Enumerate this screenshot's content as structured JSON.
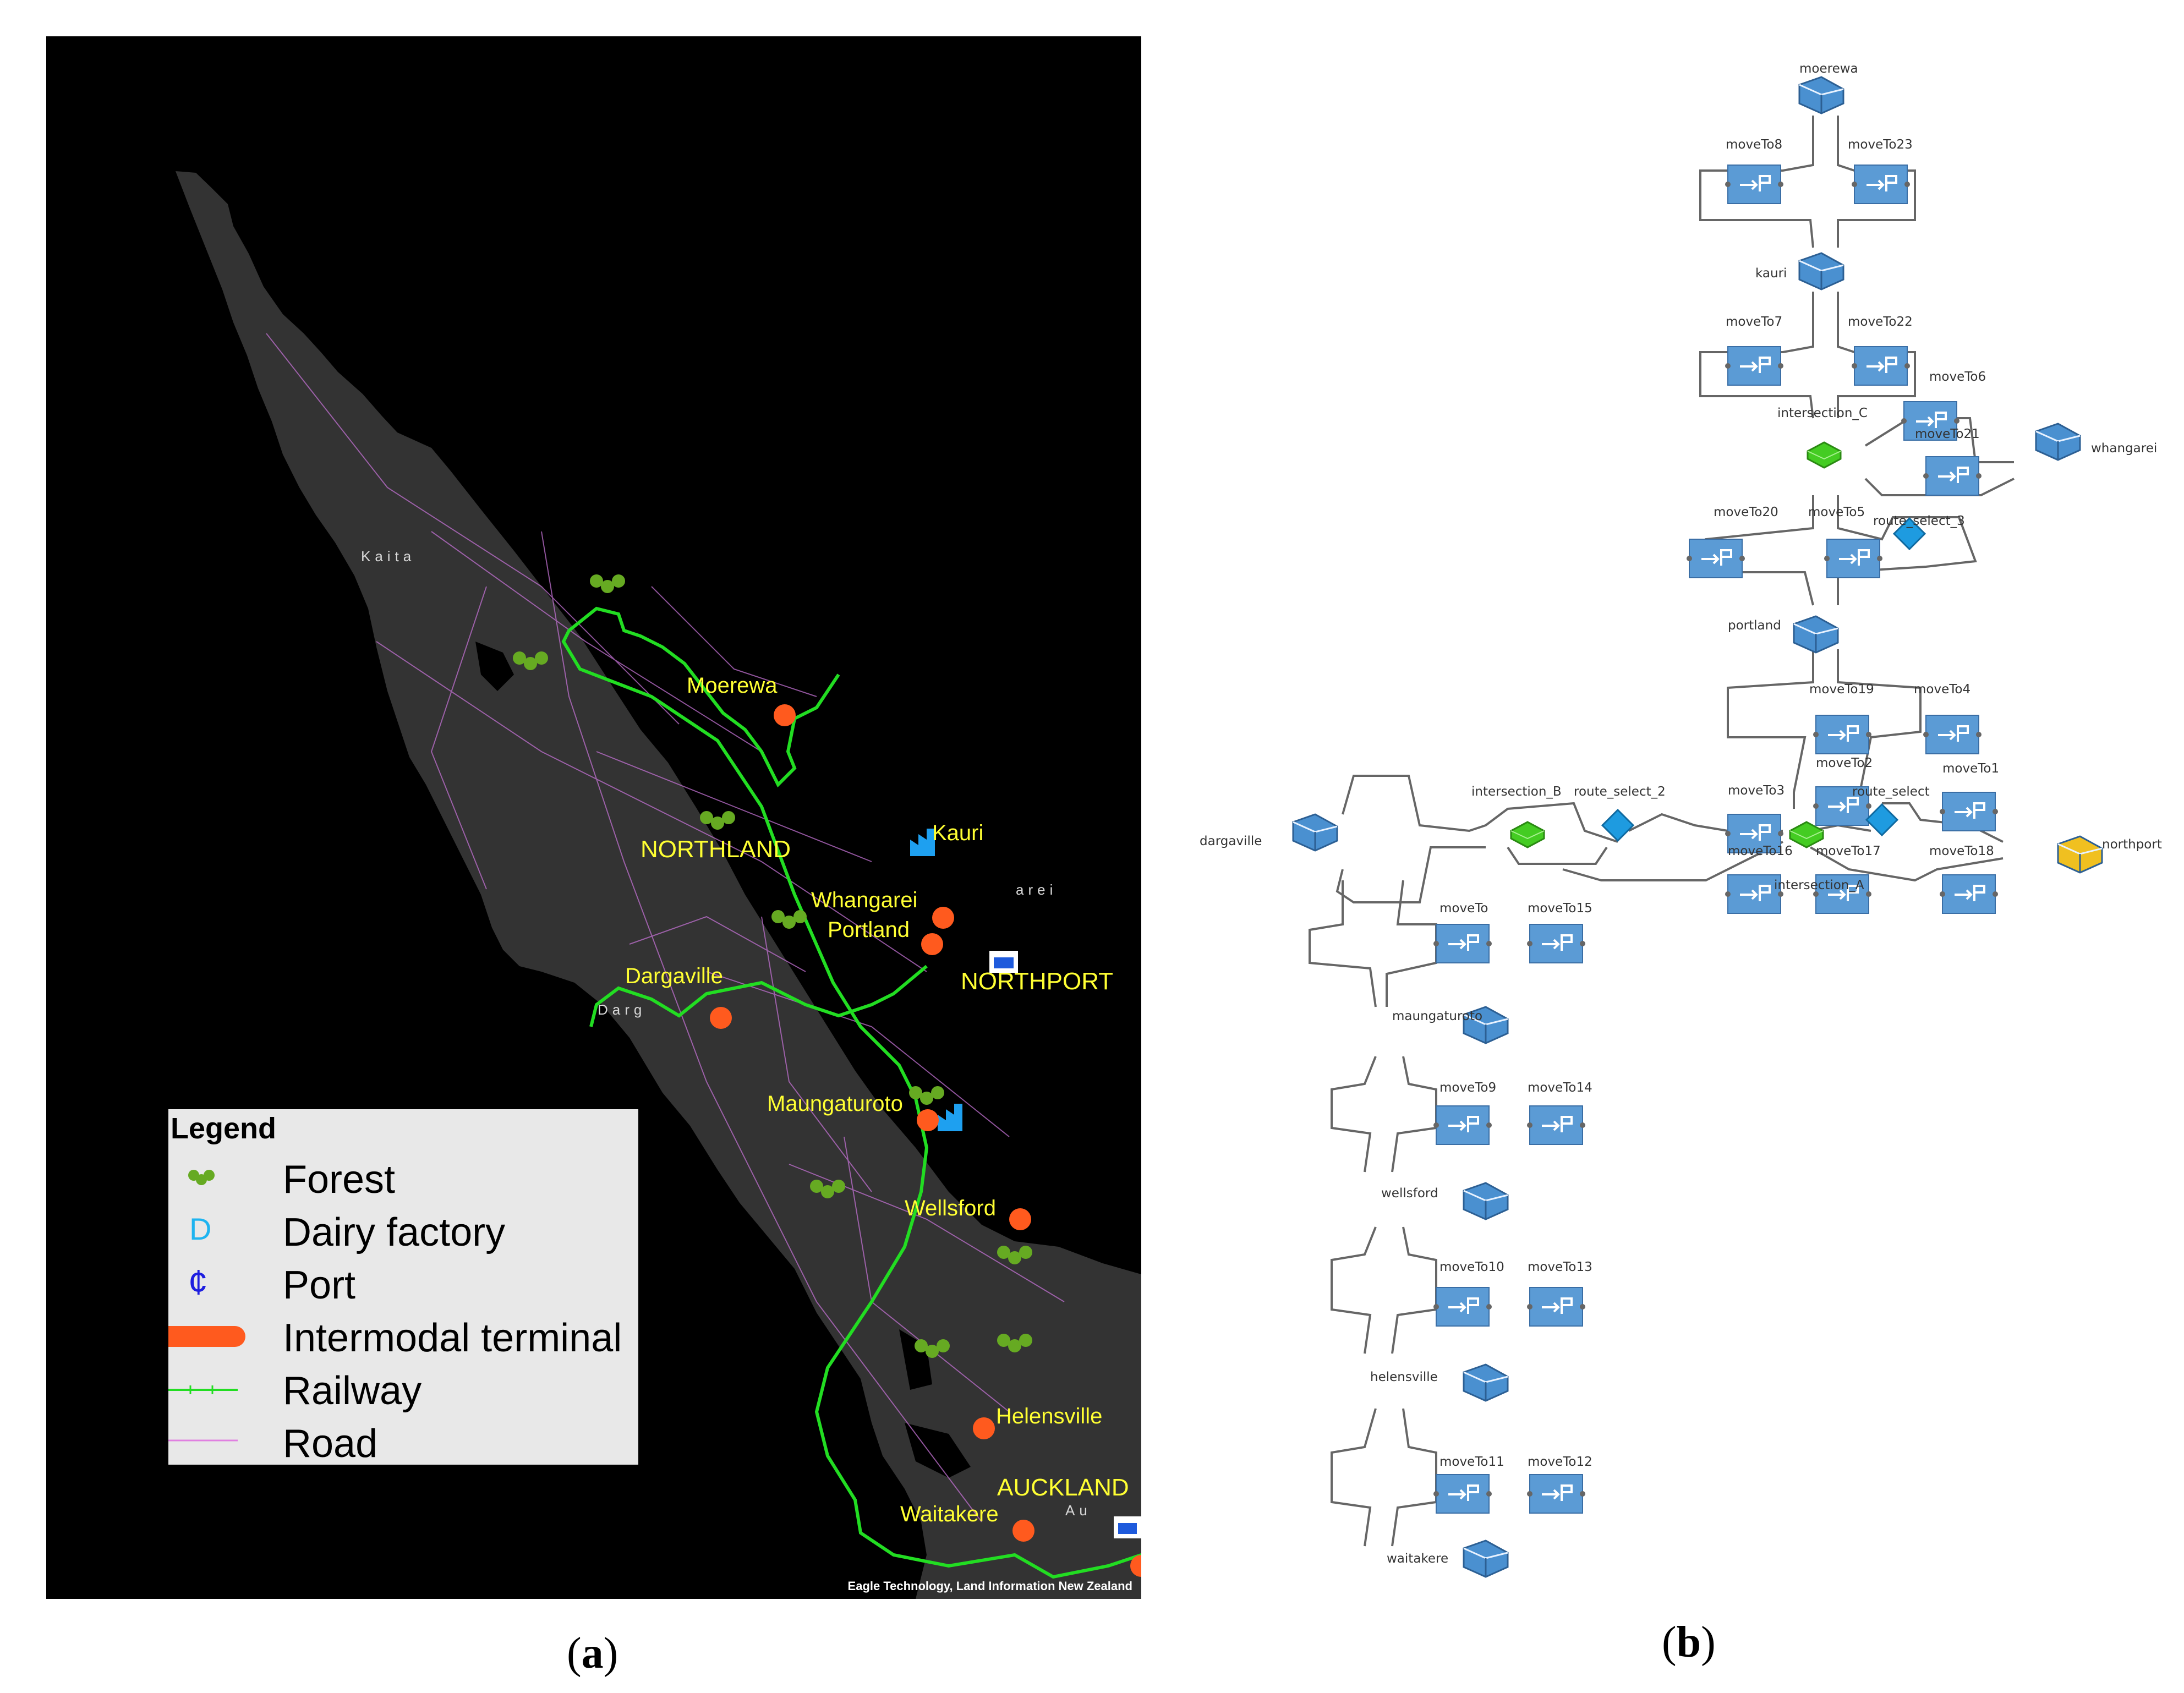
{
  "figure": {
    "caption_a": "a",
    "caption_b": "b"
  },
  "map": {
    "attribution": "Eagle Technology, Land Information New Zealand",
    "regions": [
      "NORTHLAND",
      "NORTHPORT",
      "AUCKLAND"
    ],
    "basemap_labels": [
      "Kaita",
      "Darg",
      "arei",
      "Au"
    ],
    "terminals": [
      "Moerewa",
      "Whangarei",
      "Portland",
      "Dargaville",
      "Maungaturoto",
      "Wellsford",
      "Helensville",
      "Waitakere"
    ],
    "factories": [
      "Kauri"
    ],
    "colors": {
      "railway": "#22dd22",
      "road": "#c070d0",
      "terminal": "#ff5a1e",
      "label": "#ffff33",
      "land": "#333333",
      "factory": "#1ea0f0",
      "port": "#1e5adc",
      "forest": "#66aa22"
    }
  },
  "legend": {
    "title": "Legend",
    "items": [
      {
        "symbol": "forest-icon",
        "label": "Forest"
      },
      {
        "symbol": "D",
        "label": "Dairy factory"
      },
      {
        "symbol": "¢",
        "label": "Port"
      },
      {
        "symbol": "terminal-swatch",
        "label": "Intermodal terminal"
      },
      {
        "symbol": "railway-line",
        "label": "Railway"
      },
      {
        "symbol": "road-line",
        "label": "Road"
      }
    ]
  },
  "diagram": {
    "sources": [
      "moerewa",
      "kauri",
      "whangarei",
      "portland",
      "dargaville",
      "maungaturoto",
      "wellsford",
      "helensville",
      "waitakere"
    ],
    "sink": "northport",
    "intersections": [
      "intersection_C",
      "intersection_B",
      "intersection_A"
    ],
    "route_selects": [
      "route_select_3",
      "route_select_2",
      "route_select"
    ],
    "move_blocks": [
      "moveTo8",
      "moveTo23",
      "moveTo7",
      "moveTo22",
      "moveTo6",
      "moveTo21",
      "moveTo20",
      "moveTo5",
      "moveTo19",
      "moveTo4",
      "moveTo2",
      "moveTo3",
      "moveTo16",
      "moveTo17",
      "moveTo1",
      "moveTo18",
      "moveTo",
      "moveTo15",
      "moveTo9",
      "moveTo14",
      "moveTo10",
      "moveTo13",
      "moveTo11",
      "moveTo12"
    ],
    "colors": {
      "move_block": "#5b9bd5",
      "intersection": "#44cc22",
      "route_select": "#1e9be0",
      "source": "#4a90d0",
      "sink": "#f0c020",
      "connector": "#666666"
    }
  }
}
